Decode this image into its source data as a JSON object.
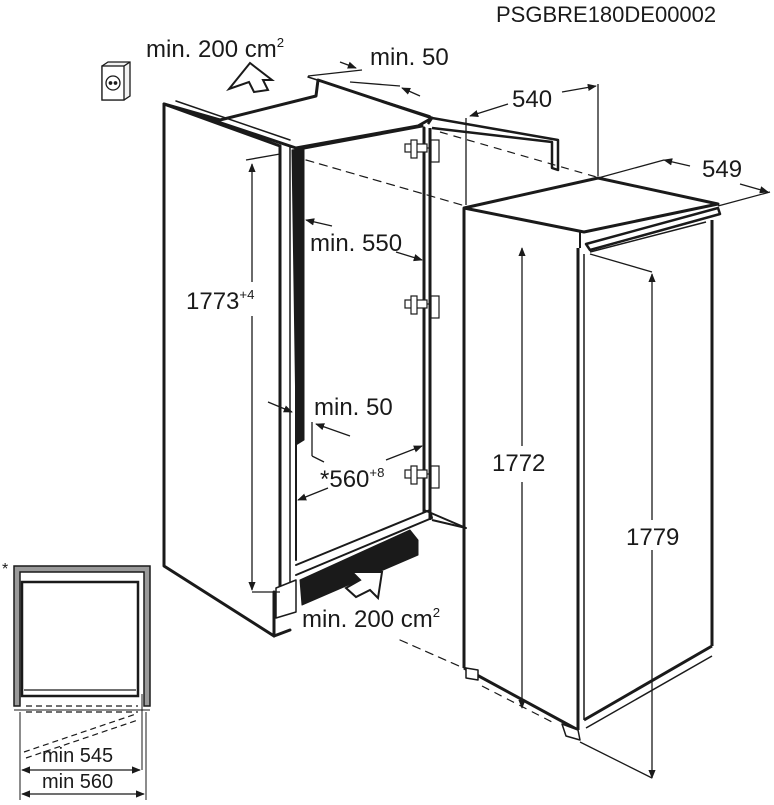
{
  "document_code": "PSGBRE180DE00002",
  "colors": {
    "ink": "#1a1a1a",
    "background": "#ffffff",
    "gap_fill": "#9a9a9a"
  },
  "labels": {
    "top_vent": {
      "text": "min. 200 cm",
      "sup": "2"
    },
    "top_gap": "min. 50",
    "niche_depth": "min. 550",
    "niche_height": {
      "text": "1773",
      "sup": "+4"
    },
    "side_gap": "min. 50",
    "niche_width": {
      "prefix": "*",
      "text": "560",
      "sup": "+8"
    },
    "bottom_vent": {
      "text": "min. 200 cm",
      "sup": "2"
    },
    "appliance_width": "540",
    "appliance_depth": "549",
    "appliance_height_body": "1772",
    "appliance_height_total": "1779",
    "inset_marker": "*",
    "inset_min_inner": "min 545",
    "inset_min_outer": "min 560"
  },
  "icons": [
    "power-socket-icon",
    "airflow-up-arrow-icon",
    "airflow-in-arrow-icon",
    "hinge-icon"
  ]
}
